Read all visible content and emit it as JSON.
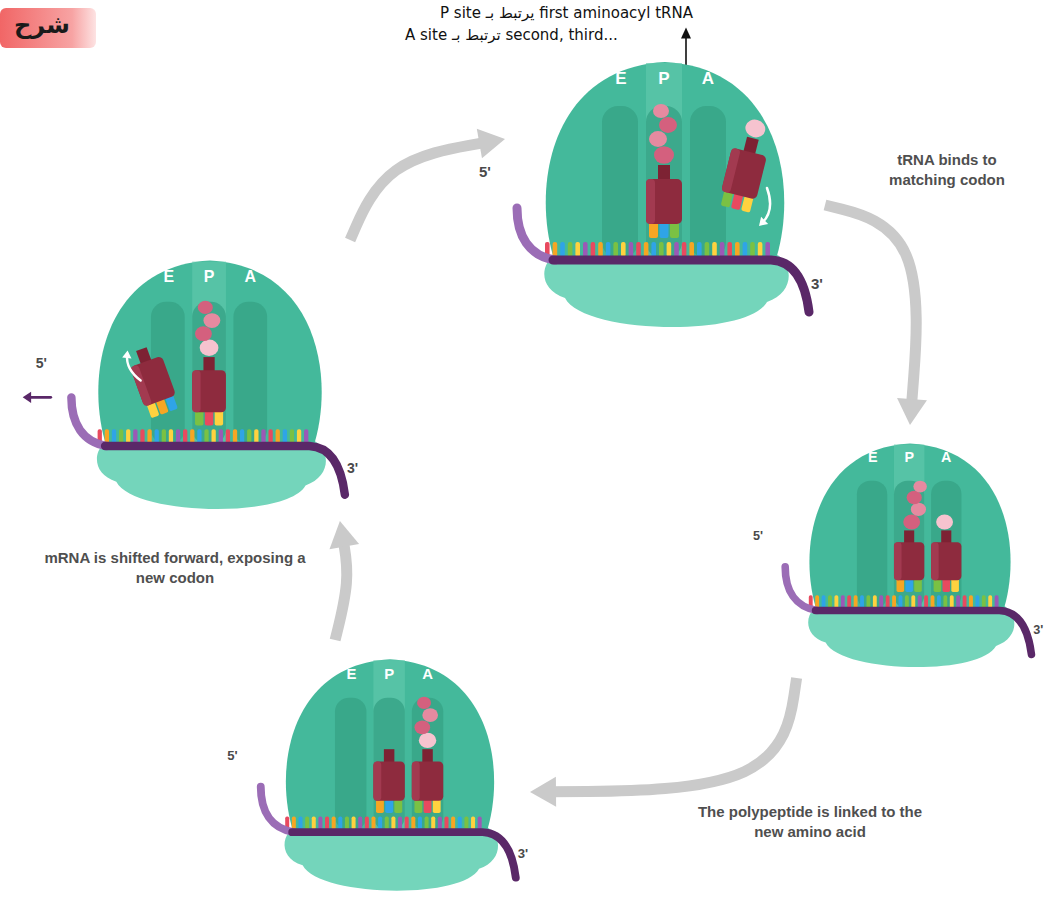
{
  "diagram": {
    "nodes": [
      {
        "text": [
          "E",
          "P",
          "A"
        ]
      },
      {
        "text": [
          "E",
          "P",
          "A"
        ]
      },
      {
        "text": [
          "E",
          "P",
          "A"
        ]
      },
      {
        "text": [
          "E",
          "P",
          "A"
        ]
      }
    ],
    "edges": [
      {
        "from": 0,
        "to": 1,
        "arrow": "to"
      },
      {
        "from": 1,
        "to": 2,
        "arrow": "to"
      },
      {
        "from": 2,
        "to": 3,
        "arrow": "to"
      },
      {
        "from": 3,
        "to": 0,
        "arrow": "to"
      }
    ],
    "labels": [
      "شرح",
      "P site يرتبط بـ first aminoacyl tRNA",
      "A site ترتبط بـ second, third...",
      "tRNA binds to matching codon",
      "The polypeptide is linked to the new amino acid",
      "mRNA is shifted forward, exposing a new codon",
      "5'",
      "3'",
      "5'",
      "3'",
      "5'",
      "3'",
      "5'",
      "3'"
    ]
  }
}
